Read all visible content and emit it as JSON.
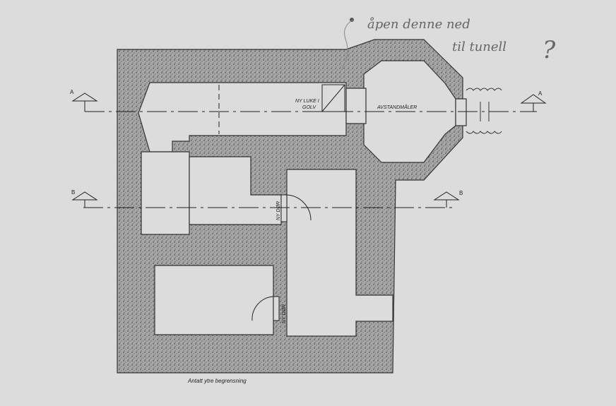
{
  "drawing": {
    "labels": {
      "hatch_label": "NY LUKE I GOLV",
      "hatch_label_line1": "NY LUKE I",
      "hatch_label_line2": "GOLV",
      "rangefinder": "AVSTANDMÅLER",
      "door_upper": "NY DØR",
      "door_lower": "NY DØR",
      "outer_boundary": "Antatt ytre begrensning"
    },
    "section_marks": {
      "a_left": "A",
      "a_right": "A",
      "b_left": "B",
      "b_right": "B"
    },
    "handwritten_note": {
      "line1": "åpen denne ned",
      "line2": "til tunell",
      "mark": "?"
    }
  },
  "colors": {
    "paper": "#dcdcdc",
    "concrete": "#9a9a9a",
    "ink": "#2a2a2a",
    "pencil": "#777777"
  }
}
